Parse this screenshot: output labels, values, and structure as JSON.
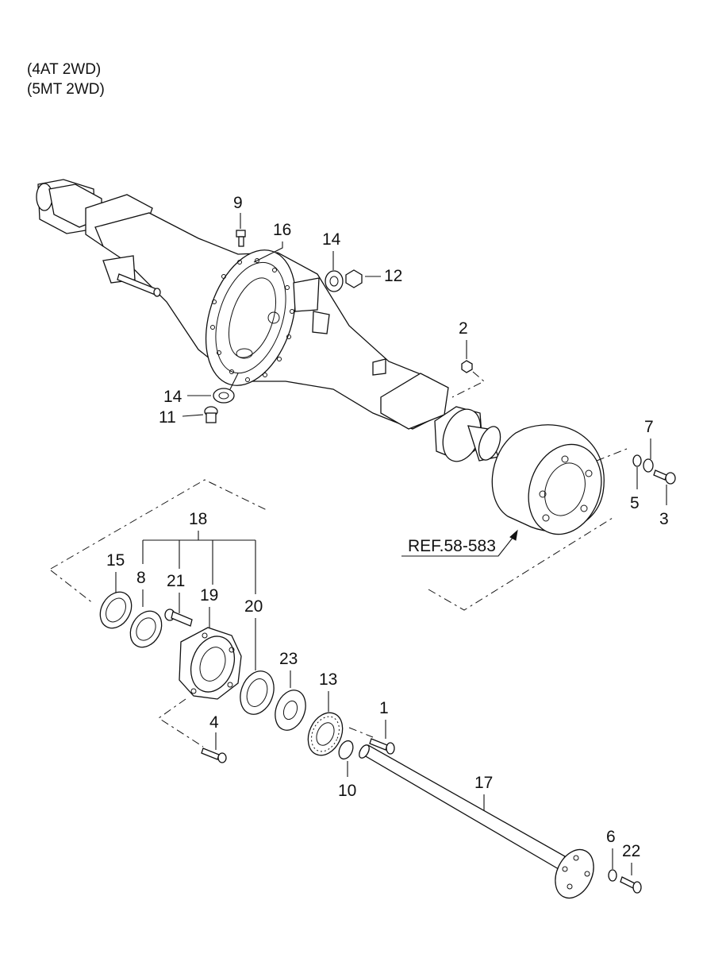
{
  "header": {
    "line1": "(4AT 2WD)",
    "line2": "(5MT 2WD)"
  },
  "reference": "REF.58-583",
  "callouts": {
    "p1": "1",
    "p2": "2",
    "p3": "3",
    "p4": "4",
    "p5": "5",
    "p6": "6",
    "p7": "7",
    "p8": "8",
    "p9": "9",
    "p10": "10",
    "p11": "11",
    "p12": "12",
    "p13": "13",
    "p14a": "14",
    "p14b": "14",
    "p15": "15",
    "p16": "16",
    "p17": "17",
    "p18": "18",
    "p19": "19",
    "p20": "20",
    "p21": "21",
    "p22": "22",
    "p23": "23"
  }
}
